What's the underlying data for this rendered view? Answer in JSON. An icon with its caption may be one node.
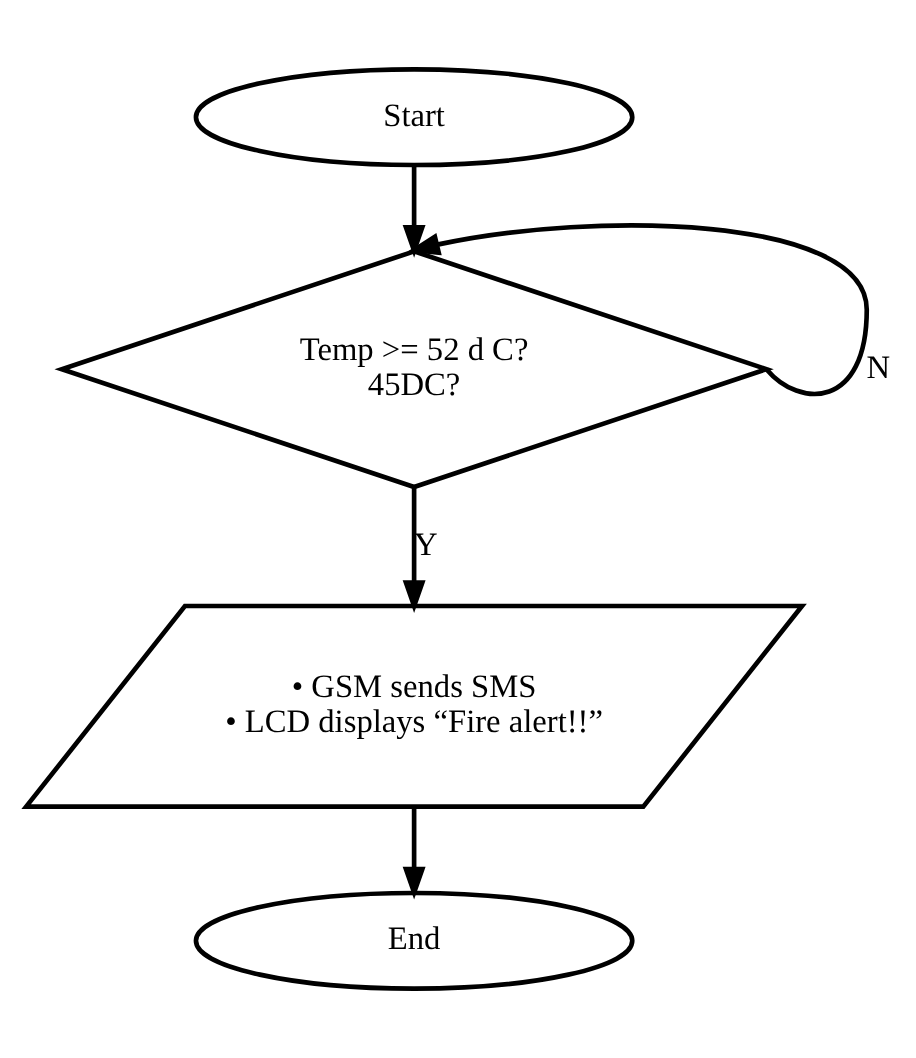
{
  "diagram": {
    "nodes": [
      {
        "text": [
          "Start"
        ]
      },
      {
        "text": [
          "Temp >= 52 d C?",
          "45DC?"
        ]
      },
      {
        "text": [
          "• GSM sends SMS",
          "• LCD displays “Fire alert!!”"
        ]
      },
      {
        "text": [
          "End"
        ]
      }
    ],
    "edges": [
      {
        "from": 0,
        "to": 1,
        "arrow": "to"
      },
      {
        "from": 1,
        "to": 1,
        "arrow": "to",
        "label": "N"
      },
      {
        "from": 1,
        "to": 2,
        "arrow": "to",
        "label": "Y"
      },
      {
        "from": 2,
        "to": 3,
        "arrow": "to"
      }
    ]
  }
}
